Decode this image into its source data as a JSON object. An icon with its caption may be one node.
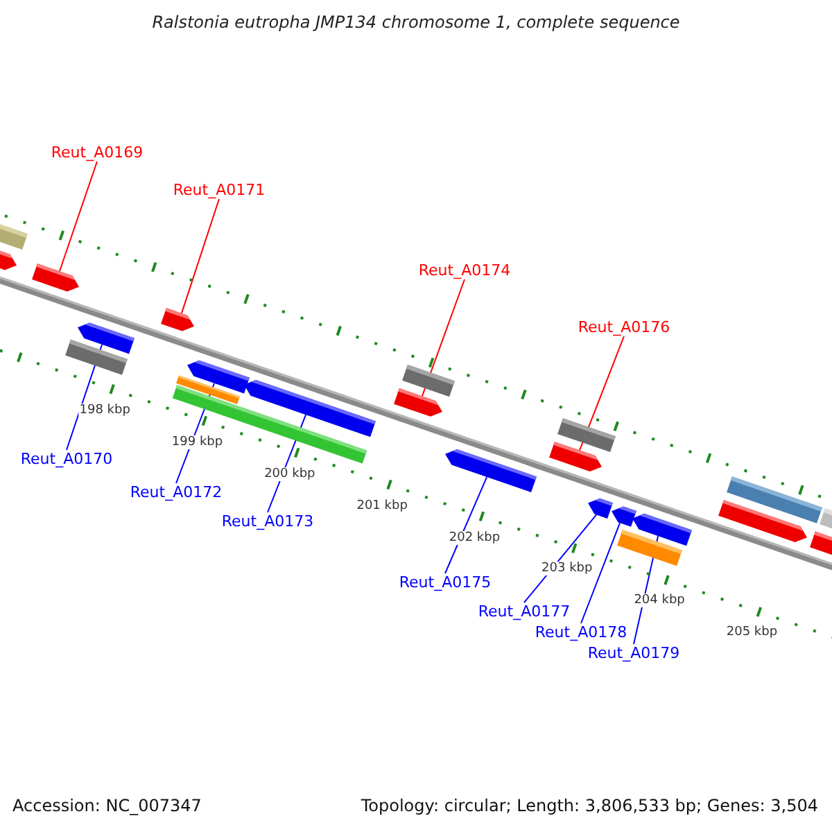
{
  "diagram": {
    "title": "Ralstonia eutropha JMP134 chromosome 1, complete sequence",
    "nodes": [
      {
        "text": [
          "Reut_A0169"
        ]
      },
      {
        "text": [
          "Reut_A0171"
        ]
      },
      {
        "text": [
          "Reut_A0174"
        ]
      },
      {
        "text": [
          "Reut_A0176"
        ]
      },
      {
        "text": [
          "Reut_A0170"
        ]
      },
      {
        "text": [
          "Reut_A0172"
        ]
      },
      {
        "text": [
          "Reut_A0173"
        ]
      },
      {
        "text": [
          "Reut_A0175"
        ]
      },
      {
        "text": [
          "Reut_A0177"
        ]
      },
      {
        "text": [
          "Reut_A0178"
        ]
      },
      {
        "text": [
          "Reut_A0179"
        ]
      },
      {
        "text": [],
        "shape": "box"
      },
      {
        "text": [],
        "shape": "pentagon"
      },
      {
        "text": [],
        "shape": "pentagon"
      },
      {
        "text": [],
        "shape": "box"
      },
      {
        "text": [],
        "shape": "pentagon"
      },
      {
        "text": [],
        "shape": "pentagon"
      },
      {
        "text": [],
        "shape": "box"
      },
      {
        "text": [],
        "shape": "box"
      },
      {
        "text": [],
        "shape": "pentagon"
      },
      {
        "text": [],
        "shape": "pentagon"
      },
      {
        "text": [],
        "shape": "pentagon"
      },
      {
        "text": [],
        "shape": "box"
      },
      {
        "text": [],
        "shape": "pentagon"
      },
      {
        "text": [],
        "shape": "pentagon"
      },
      {
        "text": [],
        "shape": "box"
      },
      {
        "text": [],
        "shape": "pentagon"
      },
      {
        "text": [],
        "shape": "pentagon"
      },
      {
        "text": [],
        "shape": "box"
      },
      {
        "text": [],
        "shape": "pentagon"
      },
      {
        "text": [],
        "shape": "pentagon"
      },
      {
        "text": [],
        "shape": "box"
      },
      {
        "text": [],
        "shape": "pentagon"
      },
      {
        "text": [],
        "shape": "box"
      }
    ],
    "edges": [
      {
        "from": 0,
        "to": 13,
        "arrow": "none",
        "color": "#ff0000"
      },
      {
        "from": 1,
        "to": 16,
        "arrow": "none",
        "color": "#ff0000"
      },
      {
        "from": 2,
        "to": 21,
        "arrow": "none",
        "color": "#ff0000"
      },
      {
        "from": 3,
        "to": 24,
        "arrow": "none",
        "color": "#ff0000"
      },
      {
        "from": 4,
        "to": 15,
        "arrow": "none"
      },
      {
        "from": 5,
        "to": 19,
        "arrow": "none"
      },
      {
        "from": 6,
        "to": 20,
        "arrow": "none"
      },
      {
        "from": 7,
        "to": 23,
        "arrow": "none"
      },
      {
        "from": 8,
        "to": 26,
        "arrow": "none"
      },
      {
        "from": 9,
        "to": 27,
        "arrow": "none"
      },
      {
        "from": 10,
        "to": 29,
        "arrow": "none"
      }
    ],
    "labels": [
      "198 kbp",
      "199 kbp",
      "200 kbp",
      "201 kbp",
      "202 kbp",
      "203 kbp",
      "204 kbp",
      "205 kbp",
      "Accession: NC_007347",
      "Topology: circular; Length: 3,806,533 bp; Genes: 3,504"
    ]
  }
}
